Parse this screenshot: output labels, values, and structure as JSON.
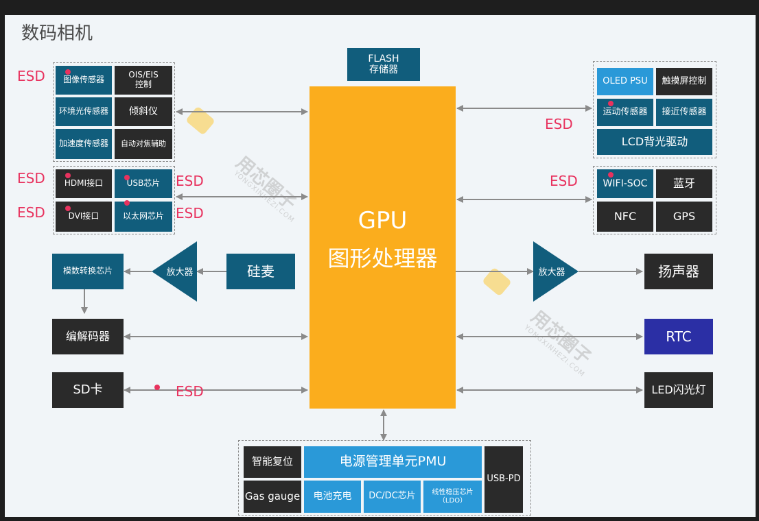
{
  "title": "数码相机",
  "colors": {
    "teal": "#115d7c",
    "dark": "#2a2a2a",
    "blue": "#2a99d8",
    "navy": "#2b2fa5",
    "gpu": "#fbad1d",
    "esd": "#e8325e",
    "arrow": "#8a8a8a"
  },
  "flash": "FLASH\n存储器",
  "gpu": {
    "line1": "GPU",
    "line2": "图形处理器"
  },
  "sensors": {
    "image_sensor": "图像传感器",
    "ois": "OIS/EIS\n控制",
    "ambient": "环境光传感器",
    "tilt": "倾斜仪",
    "accel": "加速度传感器",
    "af": "自动对焦辅助"
  },
  "interfaces": {
    "hdmi": "HDMI接口",
    "usb": "USB芯片",
    "dvi": "DVI接口",
    "ethernet": "以太网芯片"
  },
  "audio_in": {
    "adc": "模数转换芯片",
    "amp": "放大器",
    "mic": "硅麦"
  },
  "codec": "编解码器",
  "sd": "SD卡",
  "display": {
    "oled_psu": "OLED PSU",
    "touch": "触摸屏控制",
    "motion": "运动传感器",
    "proximity": "接近传感器",
    "lcd": "LCD背光驱动"
  },
  "wireless": {
    "wifi": "WIFI-SOC",
    "bt": "蓝牙",
    "nfc": "NFC",
    "gps": "GPS"
  },
  "audio_out": {
    "amp": "放大器",
    "speaker": "扬声器"
  },
  "rtc": "RTC",
  "led": "LED闪光灯",
  "power": {
    "reset": "智能复位",
    "pmu": "电源管理单元PMU",
    "usbpd": "USB-PD",
    "gas": "Gas gauge",
    "charge": "电池充电",
    "dcdc": "DC/DC芯片",
    "ldo": "线性稳压芯片\n（LDO）"
  },
  "esd": "ESD",
  "watermark": {
    "brand": "用芯圈子",
    "url": "YONGXINHEZI.COM"
  }
}
